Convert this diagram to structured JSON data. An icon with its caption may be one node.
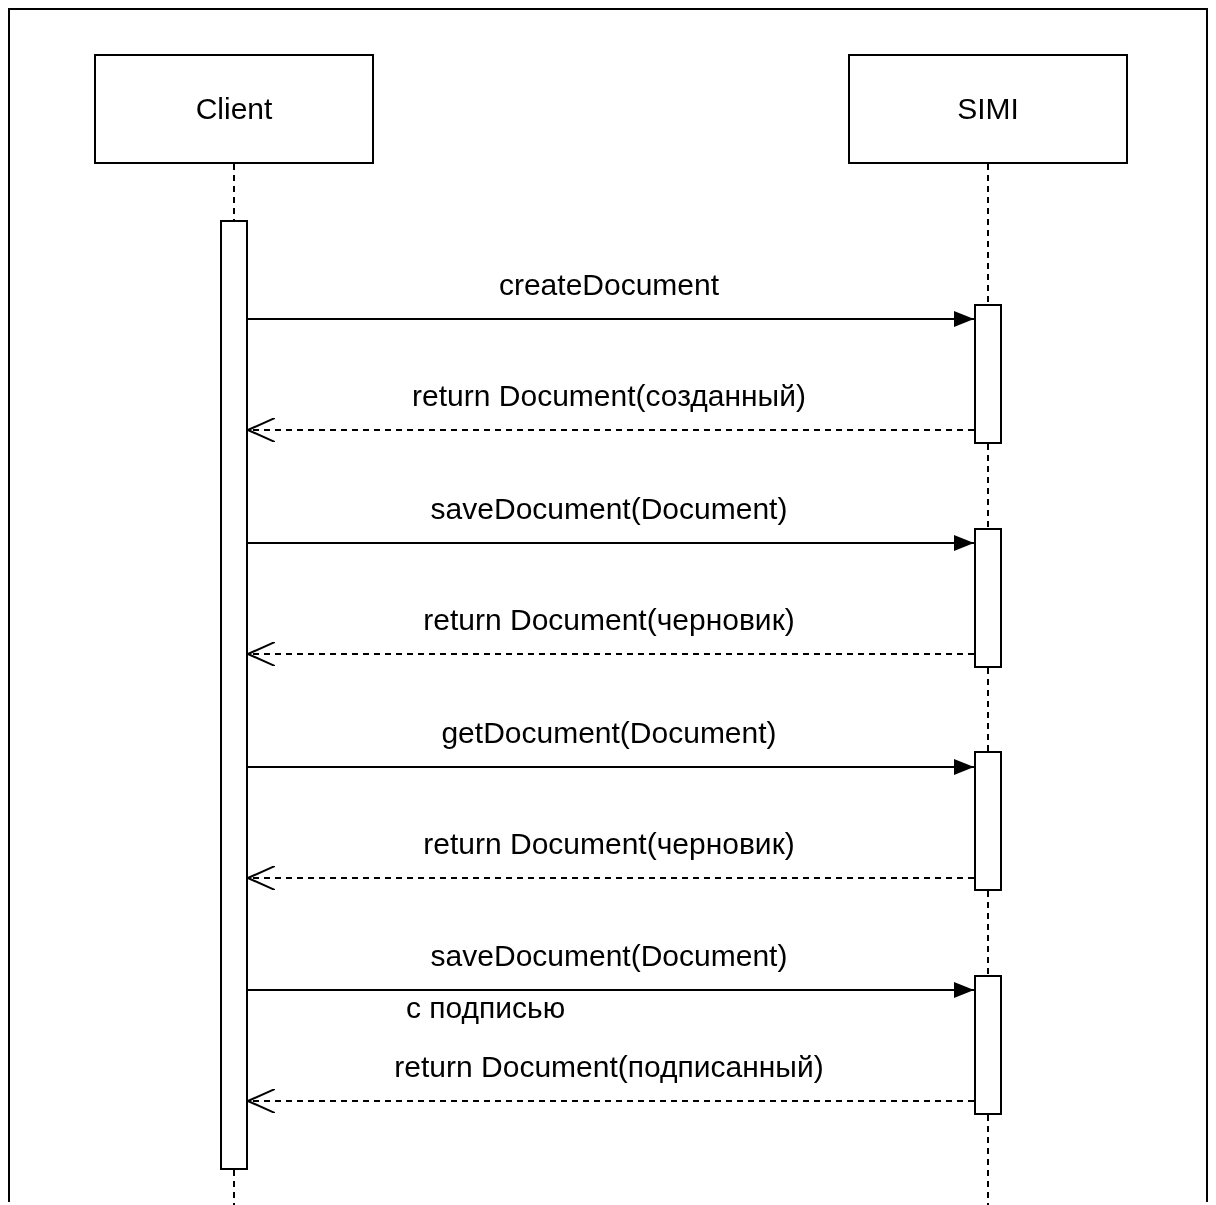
{
  "diagram": {
    "nodes": [
      {
        "text": [
          "Client"
        ]
      },
      {
        "text": [
          "SIMI"
        ]
      },
      {
        "text": [],
        "shape": "bar"
      },
      {
        "text": [],
        "shape": "bar"
      },
      {
        "text": [],
        "shape": "bar"
      },
      {
        "text": [],
        "shape": "bar"
      },
      {
        "text": [],
        "shape": "bar"
      }
    ],
    "edges": [
      {
        "from": 0,
        "to": 2,
        "arrow": "none",
        "style": "dashed"
      },
      {
        "from": 2,
        "to": null,
        "arrow": "none",
        "style": "dashed"
      },
      {
        "from": 1,
        "to": 3,
        "arrow": "none",
        "style": "dashed"
      },
      {
        "from": 3,
        "to": 4,
        "arrow": "none",
        "style": "dashed"
      },
      {
        "from": 4,
        "to": 5,
        "arrow": "none",
        "style": "dashed"
      },
      {
        "from": 5,
        "to": 6,
        "arrow": "none",
        "style": "dashed"
      },
      {
        "from": 6,
        "to": null,
        "arrow": "none",
        "style": "dashed"
      },
      {
        "from": 2,
        "to": 3,
        "arrow": "to",
        "label": "createDocument"
      },
      {
        "from": 3,
        "to": 2,
        "arrow": "to",
        "style": "dashed",
        "label": "return Document(созданный)"
      },
      {
        "from": 2,
        "to": 4,
        "arrow": "to",
        "label": "saveDocument(Document)"
      },
      {
        "from": 4,
        "to": 2,
        "arrow": "to",
        "style": "dashed",
        "label": "return Document(черновик)"
      },
      {
        "from": 2,
        "to": 5,
        "arrow": "to",
        "label": "getDocument(Document)"
      },
      {
        "from": 5,
        "to": 2,
        "arrow": "to",
        "style": "dashed",
        "label": "return Document(черновик)"
      },
      {
        "from": 2,
        "to": 6,
        "arrow": "to",
        "label": "saveDocument(Document)"
      },
      {
        "from": 6,
        "to": 2,
        "arrow": "to",
        "style": "dashed",
        "label": "return Document(подписанный)"
      }
    ],
    "labels": [
      "с подписью"
    ]
  }
}
